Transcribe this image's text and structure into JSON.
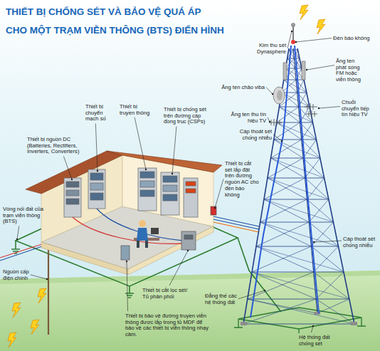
{
  "diagram": {
    "title": "THIẾT BỊ CHỐNG SÉT VÀ BẢO VỆ QUÁ ÁP CHO MỘT TRẠM VIỄN THÔNG (BTS) ĐIỂN HÌNH",
    "labels": [
      "Kim thu sét Dynasphere",
      "Đèn báo không",
      "Ăng ten phát sóng FM hoặc viễn thông",
      "Ăng ten chảo viba",
      "Chuỗi chuyển tiếp tín hiệu TV",
      "Ăng ten thu tín hiệu TV",
      "Cáp thoát sét chống nhiễu",
      "Thiết bị chuyển mạch số",
      "Thiết bị truyền thông",
      "Thiết bị chống sét trên đường cáp đồng trục (CSPs)",
      "Thiết bị nguồn DC (Batteries, Rectifiers, Inverters, Converters)",
      "Thiết bị cắt sét lắp đặt trên đường nguồn AC cho đèn báo không",
      "Vòng nối đất của trạm viễn thông (BTS)",
      "Cáp thoát sét chống nhiễu",
      "Nguồn cấp điện chính",
      "Thiết bị cắt lọc sét/ Tủ phân phối",
      "Đẳng thế các hệ thống đất",
      "Thiết bị bảo vệ đường truyền viễn thông được lắp trong tủ MDF để bảo vệ các thiết bị viễn thông nhạy cảm.",
      "Hệ thống đất chống sét"
    ]
  }
}
